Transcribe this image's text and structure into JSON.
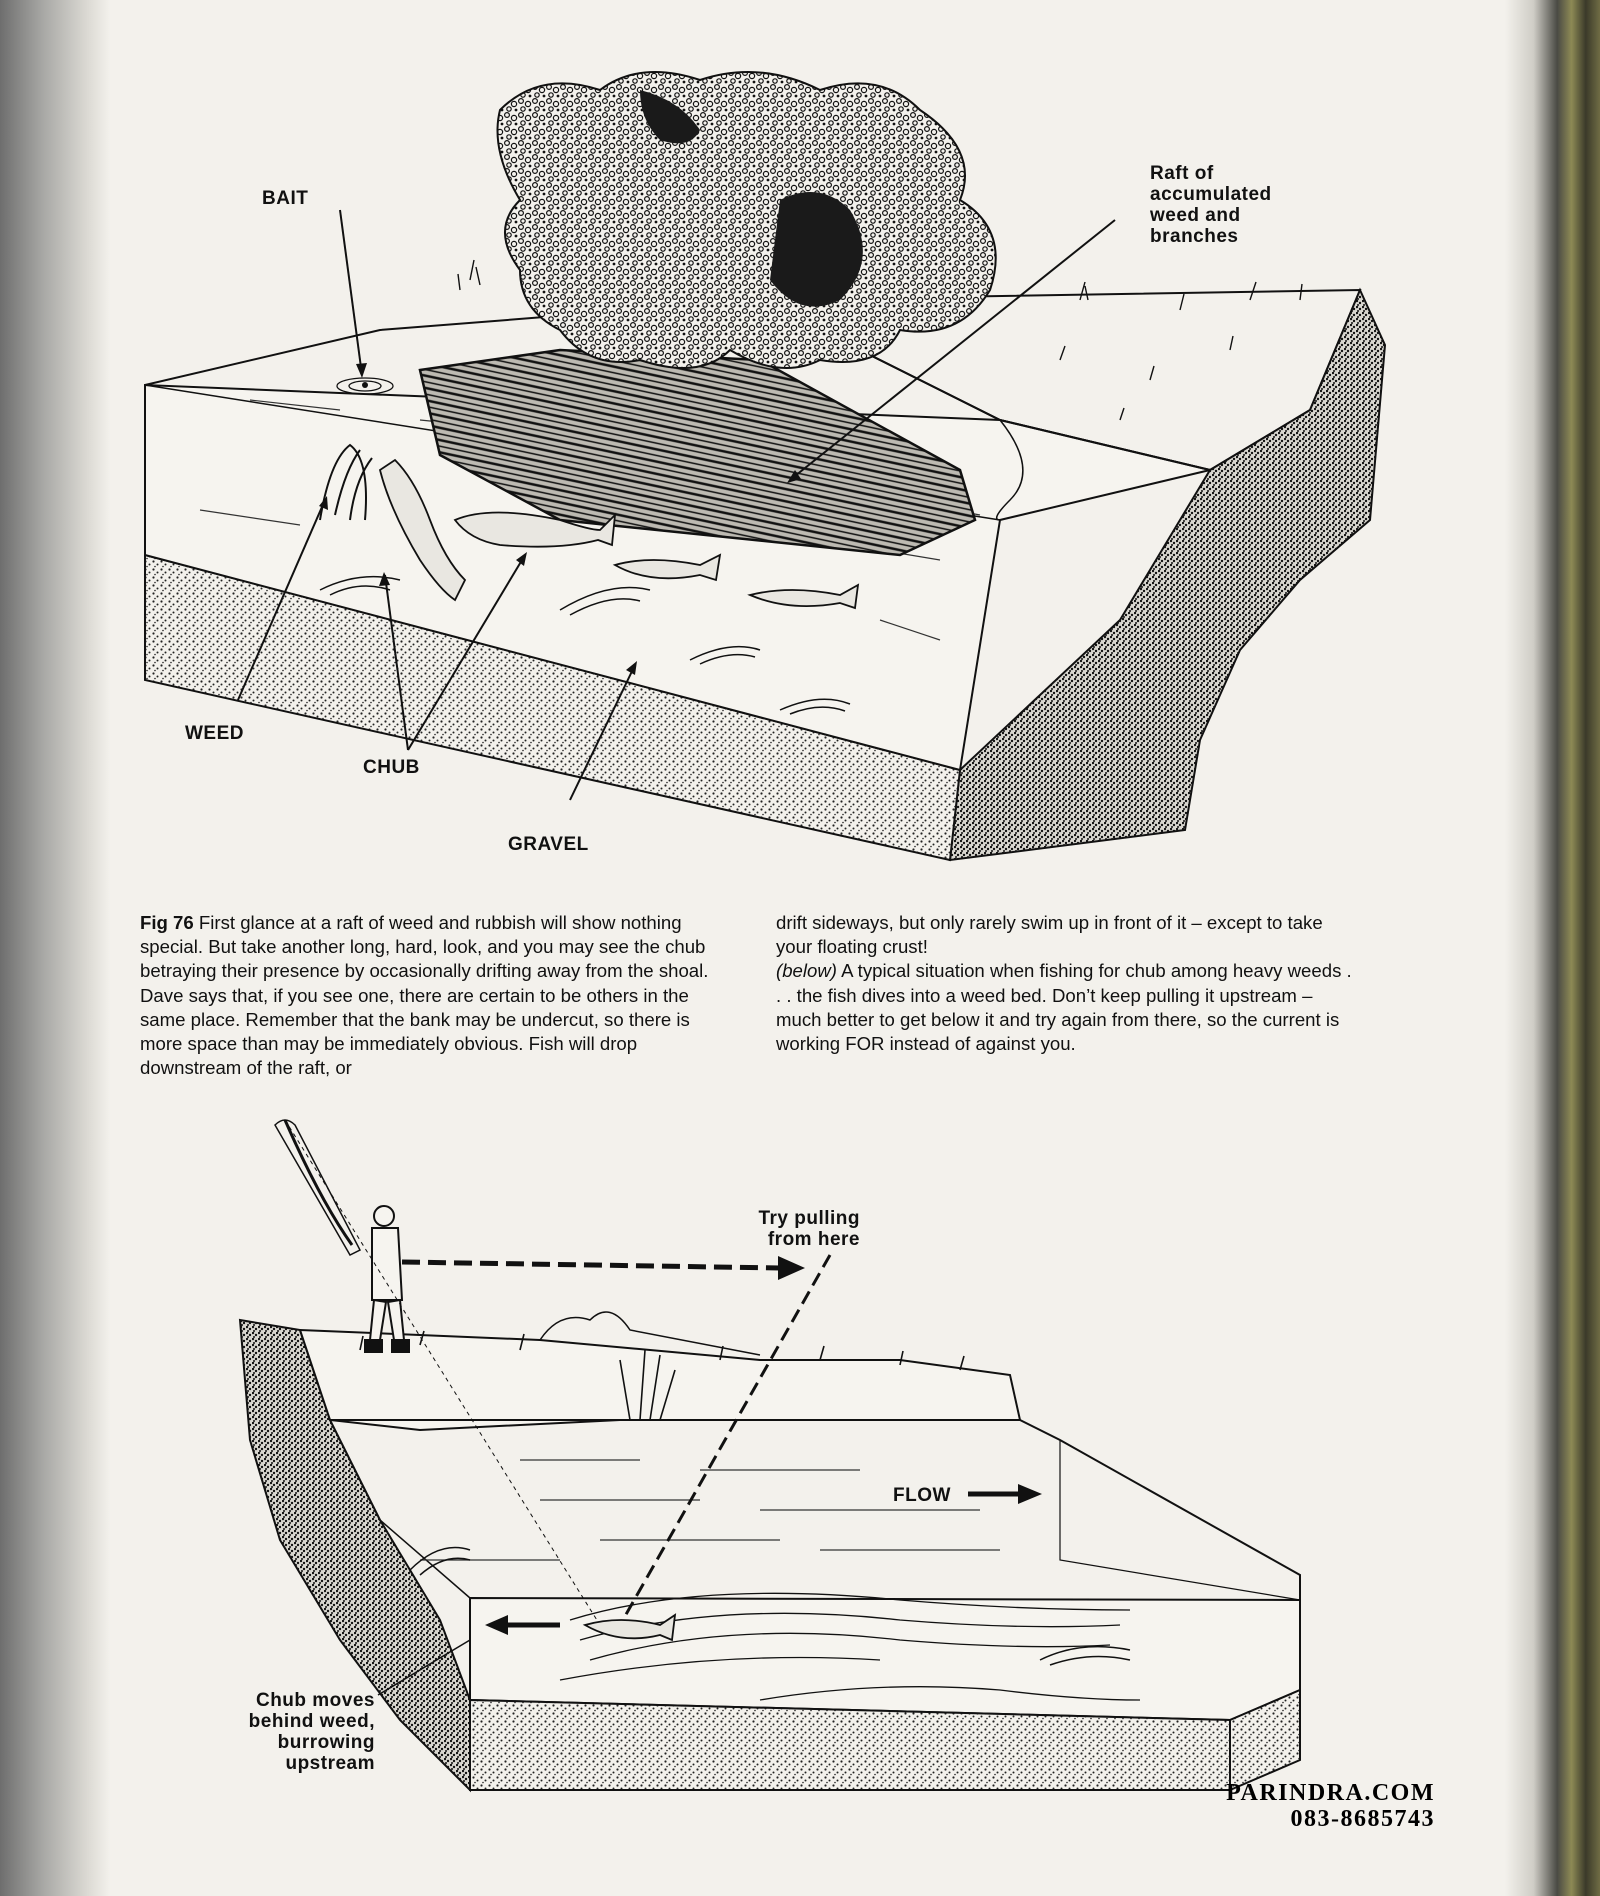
{
  "figure_top": {
    "labels": {
      "bait": "BAIT",
      "raft": [
        "Raft of",
        "accumulated",
        "weed and",
        "branches"
      ],
      "weed": "WEED",
      "chub": "CHUB",
      "gravel": "GRAVEL"
    }
  },
  "caption": {
    "fig_number": "Fig 76",
    "left_column": " First glance at a raft of weed and rubbish will show nothing special. But take another long, hard, look, and you may see the chub betraying their presence by occasionally drifting away from the shoal. Dave says that, if you see one, there are certain to be others in the same place. Remember that the bank may be undercut, so there is more space than may be immediately obvious. Fish will drop downstream of the raft, or",
    "right_column_1": "drift sideways, but only rarely swim up in front of it – except to take your floating crust!",
    "below_word": "(below)",
    "right_column_2": " A typical situation when fishing for chub among heavy weeds . . . the fish dives into a weed bed. Don’t keep pulling it upstream – much better to get below it and try again from there, so the current is working FOR instead of against you."
  },
  "figure_bottom": {
    "labels": {
      "try_pulling": [
        "Try pulling",
        "from here"
      ],
      "flow": "FLOW",
      "chub_moves": [
        "Chub moves",
        "behind weed,",
        "burrowing",
        "upstream"
      ]
    }
  },
  "watermark": {
    "line1": "PARINDRA.COM",
    "line2": "083-8685743"
  }
}
